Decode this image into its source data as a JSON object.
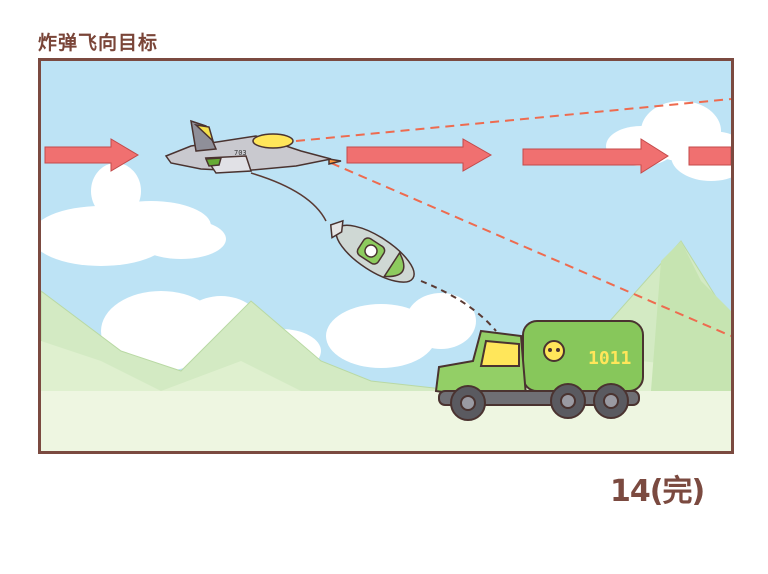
{
  "caption": "炸弹飞向目标",
  "plane": {
    "number": "703"
  },
  "truck": {
    "number": "1011"
  },
  "page_number": "14(完)",
  "colors": {
    "sky": "#bfe4f6",
    "mountain": "#cfe8bf",
    "ground": "#eaf5dc",
    "arrow": "#f06b6b",
    "truck_green": "#8ccc5c",
    "border": "#7b4a40",
    "caption": "#7a4538"
  }
}
